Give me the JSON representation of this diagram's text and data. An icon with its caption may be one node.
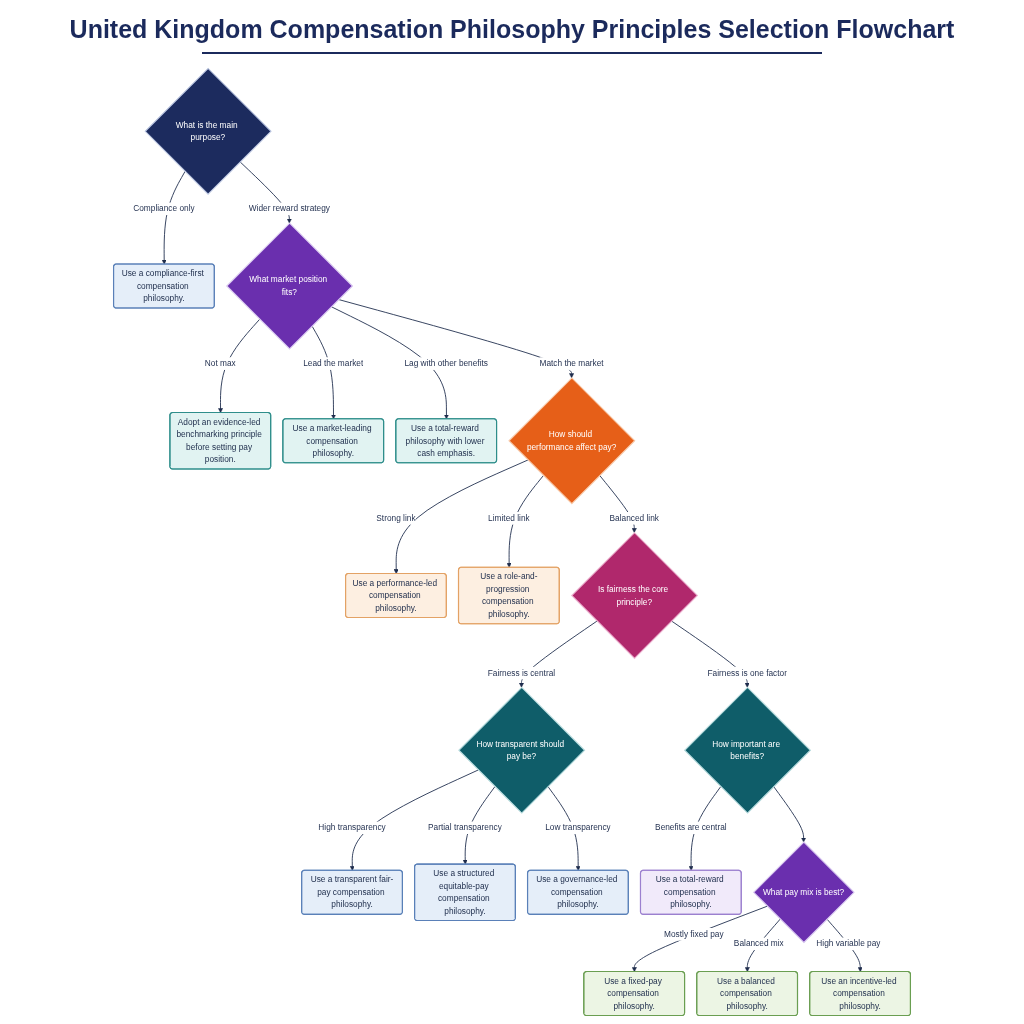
{
  "diagram": {
    "title": "United Kingdom Compensation Philosophy Principles Selection Flowchart",
    "nodes": [
      {
        "text": [
          "What is the main purpose?"
        ]
      },
      {
        "text": [
          "Use a compliance-first compensation philosophy."
        ]
      },
      {
        "text": [
          "What market position fits?"
        ]
      },
      {
        "text": [
          "Adopt an evidence-led benchmarking principle before setting pay position."
        ]
      },
      {
        "text": [
          "Use a market-leading compensation philosophy."
        ]
      },
      {
        "text": [
          "Use a total-reward philosophy with lower cash emphasis."
        ]
      },
      {
        "text": [
          "How should performance affect pay?"
        ]
      },
      {
        "text": [
          "Use a performance-led compensation philosophy."
        ]
      },
      {
        "text": [
          "Use a role-and-progression compensation philosophy."
        ]
      },
      {
        "text": [
          "Is fairness the core principle?"
        ]
      },
      {
        "text": [
          "How transparent should pay be?"
        ]
      },
      {
        "text": [
          "How important are benefits?"
        ]
      },
      {
        "text": [
          "Use a transparent fair-pay compensation philosophy."
        ]
      },
      {
        "text": [
          "Use a structured equitable-pay compensation philosophy."
        ]
      },
      {
        "text": [
          "Use a governance-led compensation philosophy."
        ]
      },
      {
        "text": [
          "Use a total-reward compensation philosophy."
        ]
      },
      {
        "text": [
          "What pay mix is best?"
        ]
      },
      {
        "text": [
          "Use a fixed-pay compensation philosophy."
        ]
      },
      {
        "text": [
          "Use a balanced compensation philosophy."
        ]
      },
      {
        "text": [
          "Use an incentive-led compensation philosophy."
        ]
      }
    ],
    "edges": [
      {
        "from": 0,
        "to": 1,
        "arrow": "to",
        "label": "Compliance only"
      },
      {
        "from": 0,
        "to": 2,
        "arrow": "to",
        "label": "Wider reward strategy"
      },
      {
        "from": 2,
        "to": 3,
        "arrow": "to",
        "label": "Not max"
      },
      {
        "from": 2,
        "to": 4,
        "arrow": "to",
        "label": "Lead the market"
      },
      {
        "from": 2,
        "to": 5,
        "arrow": "to",
        "label": "Lag with other benefits"
      },
      {
        "from": 2,
        "to": 6,
        "arrow": "to",
        "label": "Match the market"
      },
      {
        "from": 6,
        "to": 7,
        "arrow": "to",
        "label": "Strong link"
      },
      {
        "from": 6,
        "to": 8,
        "arrow": "to",
        "label": "Limited link"
      },
      {
        "from": 6,
        "to": 9,
        "arrow": "to",
        "label": "Balanced link"
      },
      {
        "from": 9,
        "to": 10,
        "arrow": "to",
        "label": "Fairness is central"
      },
      {
        "from": 9,
        "to": 11,
        "arrow": "to",
        "label": "Fairness is one factor"
      },
      {
        "from": 10,
        "to": 12,
        "arrow": "to",
        "label": "High transparency"
      },
      {
        "from": 10,
        "to": 13,
        "arrow": "to",
        "label": "Partial transparency"
      },
      {
        "from": 10,
        "to": 14,
        "arrow": "to",
        "label": "Low transparency"
      },
      {
        "from": 11,
        "to": 15,
        "arrow": "to",
        "label": "Benefits are central"
      },
      {
        "from": 11,
        "to": 16,
        "arrow": "to"
      },
      {
        "from": 16,
        "to": 17,
        "arrow": "to",
        "label": "Mostly fixed pay"
      },
      {
        "from": 16,
        "to": 18,
        "arrow": "to",
        "label": "Balanced mix"
      },
      {
        "from": 16,
        "to": 19,
        "arrow": "to",
        "label": "High variable pay"
      }
    ]
  }
}
